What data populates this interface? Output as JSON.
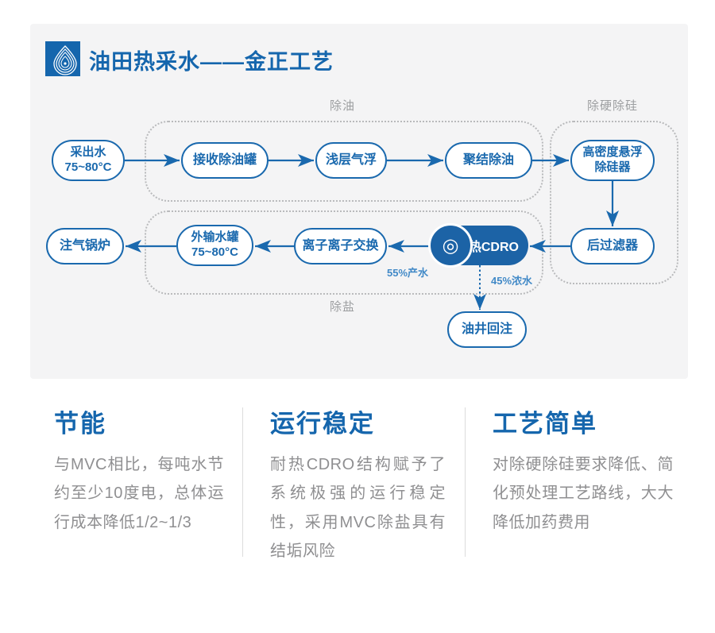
{
  "header": {
    "title": "油田热采水——金正工艺",
    "logo": "water-drop-logo",
    "brand_blue": "#1566ad"
  },
  "diagram": {
    "groups": [
      {
        "label": "除油"
      },
      {
        "label": "除硬除硅"
      },
      {
        "label": "除盐"
      }
    ],
    "nodes": [
      {
        "label": "采出水\n75~80°C"
      },
      {
        "label": "接收除油罐"
      },
      {
        "label": "浅层气浮"
      },
      {
        "label": "聚结除油"
      },
      {
        "label": "高密度悬浮\n除硅器"
      },
      {
        "label": "注气锅炉"
      },
      {
        "label": "外输水罐\n75~80°C"
      },
      {
        "label": "离子离子交换"
      },
      {
        "label": "耐热CDRO",
        "icon": "membrane-icon",
        "filled": true
      },
      {
        "label": "后过滤器"
      },
      {
        "label": "油井回注"
      }
    ],
    "flow_labels": {
      "product": "55%产水",
      "concentrate": "45%浓水"
    },
    "colors": {
      "node_blue": "#1a69ae",
      "cdro_fill": "#1c63a6",
      "arrow_blue": "#1a69ae",
      "flow_label_blue": "#4189c7",
      "group_border_gray": "#b9babc",
      "group_label_gray": "#9c9ea0",
      "panel_bg": "#f4f4f5"
    }
  },
  "features": [
    {
      "title": "节能",
      "body": "与MVC相比，每吨水节约至少10度电，总体运行成本降低1/2~1/3"
    },
    {
      "title": "运行稳定",
      "body": "耐热CDRO结构赋予了系统极强的运行稳定性，采用MVC除盐具有结垢风险"
    },
    {
      "title": "工艺简单",
      "body": "对除硬除硅要求降低、简化预处理工艺路线，大大降低加药费用"
    }
  ]
}
